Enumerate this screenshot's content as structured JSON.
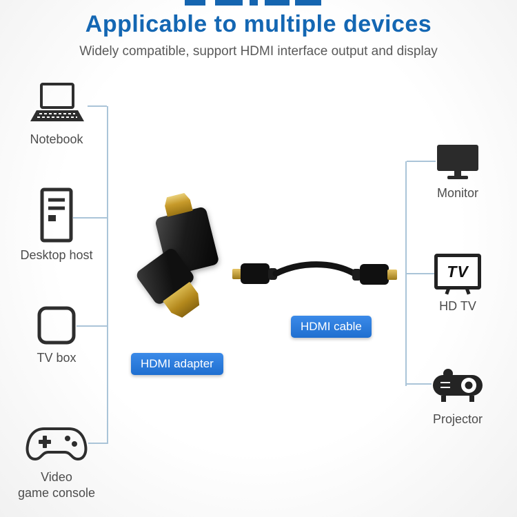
{
  "header": {
    "title": "Applicable to multiple devices",
    "subtitle": "Widely compatible, support HDMI interface output and display"
  },
  "left_devices": [
    {
      "id": "notebook",
      "label": "Notebook"
    },
    {
      "id": "desktop-host",
      "label": "Desktop host"
    },
    {
      "id": "tv-box",
      "label": "TV box"
    },
    {
      "id": "video-game-console",
      "label": "Video\ngame console"
    }
  ],
  "right_devices": [
    {
      "id": "monitor",
      "label": "Monitor"
    },
    {
      "id": "hd-tv",
      "label": "HD TV"
    },
    {
      "id": "projector",
      "label": "Projector"
    }
  ],
  "center": {
    "adapter_label": "HDMI adapter",
    "cable_label": "HDMI cable"
  },
  "tv_icon_text": "TV",
  "colors": {
    "title_blue": "#1467b3",
    "button_blue": "#2c7ee0",
    "line_blue": "#aac4d8",
    "icon_dark": "#2e2e2e",
    "connector_gold": "#c79a2a"
  }
}
